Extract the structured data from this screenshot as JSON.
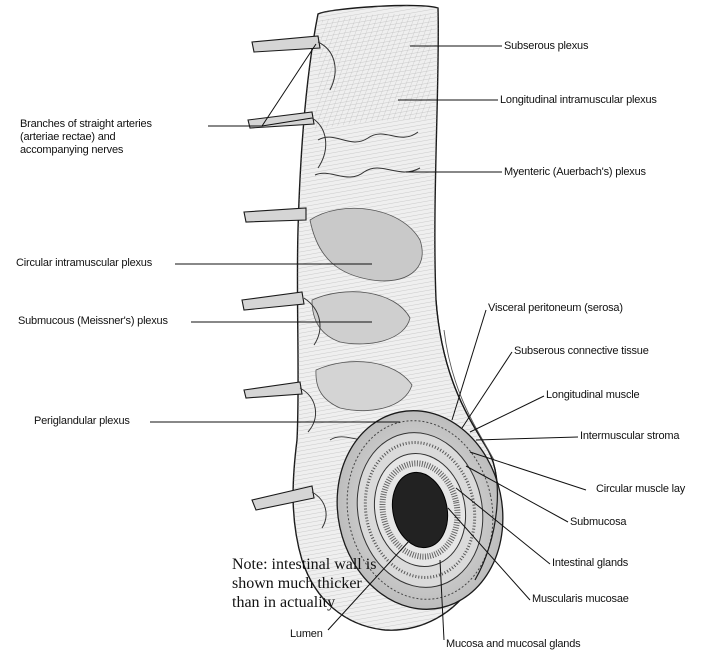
{
  "labels": {
    "subserous_plexus": "Subserous plexus",
    "longitudinal_intramuscular_plexus": "Longitudinal intramuscular plexus",
    "myenteric_plexus": "Myenteric (Auerbach's) plexus",
    "branches_line1": "Branches of straight arteries",
    "branches_line2": "(arteriae rectae) and",
    "branches_line3": "accompanying nerves",
    "circular_intramuscular_plexus": "Circular intramuscular plexus",
    "submucous_plexus": "Submucous (Meissner's) plexus",
    "visceral_peritoneum": "Visceral peritoneum (serosa)",
    "subserous_connective_tissue": "Subserous connective tissue",
    "longitudinal_muscle": "Longitudinal muscle",
    "periglandular_plexus": "Periglandular plexus",
    "intermuscular_stroma": "Intermuscular stroma",
    "circular_muscle": "Circular muscle lay",
    "submucosa": "Submucosa",
    "intestinal_glands": "Intestinal glands",
    "muscularis_mucosae": "Muscularis mucosae",
    "lumen": "Lumen",
    "mucosa_glands": "Mucosa and mucosal glands"
  },
  "note": {
    "line1": "Note: intestinal wall is",
    "line2": "shown much thicker",
    "line3": "than in actuality"
  },
  "colors": {
    "ink": "#1a1a1a",
    "wall_fill": "#efefef",
    "shade": "#b8b8b8",
    "lumen": "#222222"
  }
}
